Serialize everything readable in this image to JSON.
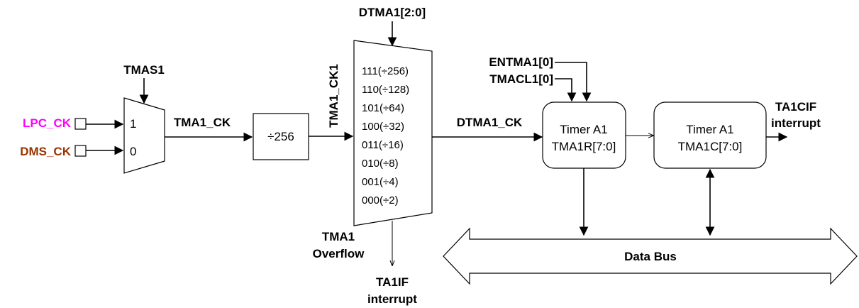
{
  "signals": {
    "lpc_ck": "LPC_CK",
    "dms_ck": "DMS_CK",
    "tmas1": "TMAS1",
    "tma1_ck": "TMA1_CK",
    "tma1_ck1": "TMA1_CK1",
    "dtma1_sel": "DTMA1[2:0]",
    "dtma1_ck": "DTMA1_CK",
    "entma1": "ENTMA1[0]",
    "tmacl1": "TMACL1[0]"
  },
  "mux": {
    "input_1": "1",
    "input_0": "0"
  },
  "divider": {
    "label": "÷256"
  },
  "prescaler_options": [
    "111(÷256)",
    "110(÷128)",
    "101(÷64)",
    "100(÷32)",
    "011(÷16)",
    "010(÷8)",
    "001(÷4)",
    "000(÷2)"
  ],
  "overflow": {
    "line1": "TMA1",
    "line2": "Overflow"
  },
  "ta1if": {
    "line1": "TA1IF",
    "line2": "interrupt"
  },
  "timer_r": {
    "line1": "Timer A1",
    "line2": "TMA1R[7:0]"
  },
  "timer_c": {
    "line1": "Timer A1",
    "line2": "TMA1C[7:0]"
  },
  "ta1cif": {
    "line1": "TA1CIF",
    "line2": "interrupt"
  },
  "data_bus": {
    "label": "Data Bus"
  },
  "colors": {
    "lpc_ck": "#ff00ff",
    "dms_ck": "#993300",
    "line": "#000000"
  }
}
